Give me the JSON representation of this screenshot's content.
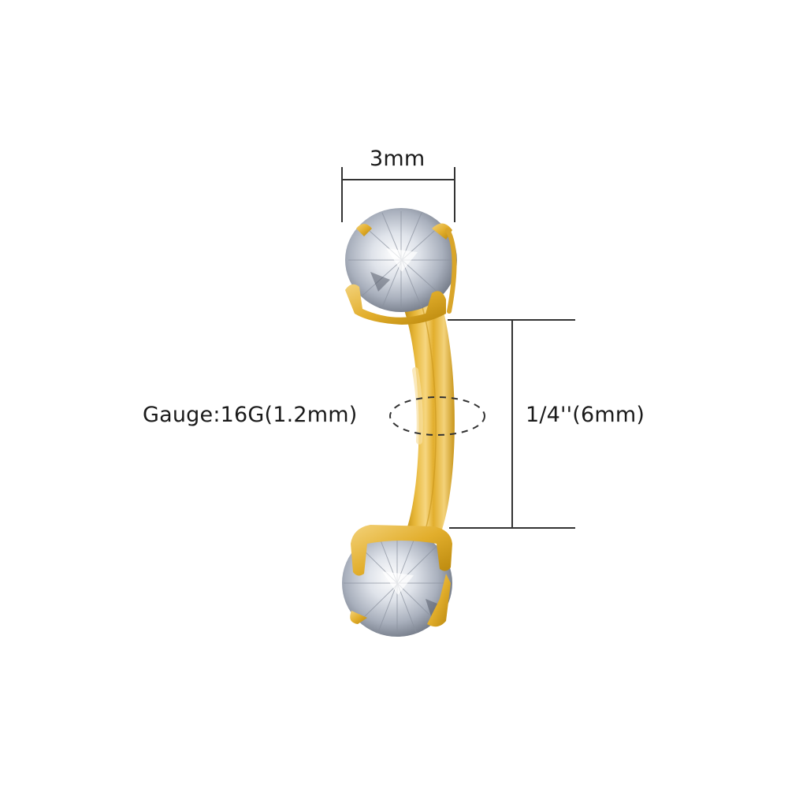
{
  "product": {
    "description": "Curved barbell piercing, gold tone with round clear gems on both ends"
  },
  "dimensions": {
    "gem_width_label": "3mm",
    "gauge_label": "Gauge:16G(1.2mm)",
    "bar_length_label": "1/4''(6mm)"
  },
  "colors": {
    "background": "#ffffff",
    "line": "#333333",
    "gold_light": "#f3d27a",
    "gold_mid": "#e2ae2c",
    "gold_dark": "#b8860b",
    "gem_light": "#f2f4f8",
    "gem_mid": "#b9c0cc",
    "gem_dark": "#5f6673"
  }
}
